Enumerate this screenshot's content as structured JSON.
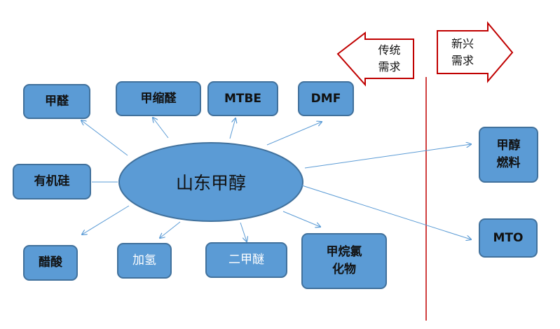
{
  "center": {
    "label": "山东甲醇"
  },
  "traditional": {
    "label": "传统\n需求"
  },
  "emerging": {
    "label": "新兴\n需求"
  },
  "nodes": {
    "formaldehyde": "甲醛",
    "methylal": "甲缩醛",
    "mtbe": "MTBE",
    "dmf": "DMF",
    "organosilicon": "有机硅",
    "acetic_acid": "醋酸",
    "hydrogenation": "加氢",
    "dme": "二甲醚",
    "methane_chloride": "甲烷氯\n化物",
    "methanol_fuel": "甲醇\n燃料",
    "mto": "MTO"
  },
  "colors": {
    "box_fill": "#5b9bd5",
    "box_border": "#41719c",
    "connector": "#5b9bd5",
    "divider": "#c00000",
    "arrow_outline": "#c00000"
  }
}
